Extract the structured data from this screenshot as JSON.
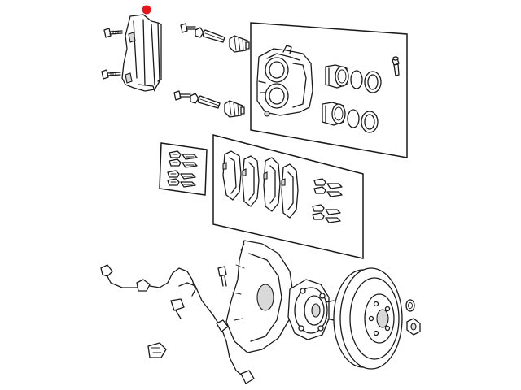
{
  "diagram": {
    "highlight_marker": {
      "color": "#e8141c",
      "shape": "filled-circle"
    },
    "line_color": "#1a1a1a",
    "background": "#ffffff",
    "components": [
      "caliper-bracket",
      "bracket-bolt",
      "guide-pin",
      "guide-pin-boot",
      "caliper-housing",
      "caliper-piston",
      "piston-seal",
      "bleeder-screw",
      "pad-clip-kit",
      "brake-pad",
      "wheel-speed-sensor-harness",
      "dust-shield",
      "dust-shield-bolt",
      "hub-bearing",
      "brake-rotor",
      "hub-nut",
      "harness-clip"
    ]
  }
}
